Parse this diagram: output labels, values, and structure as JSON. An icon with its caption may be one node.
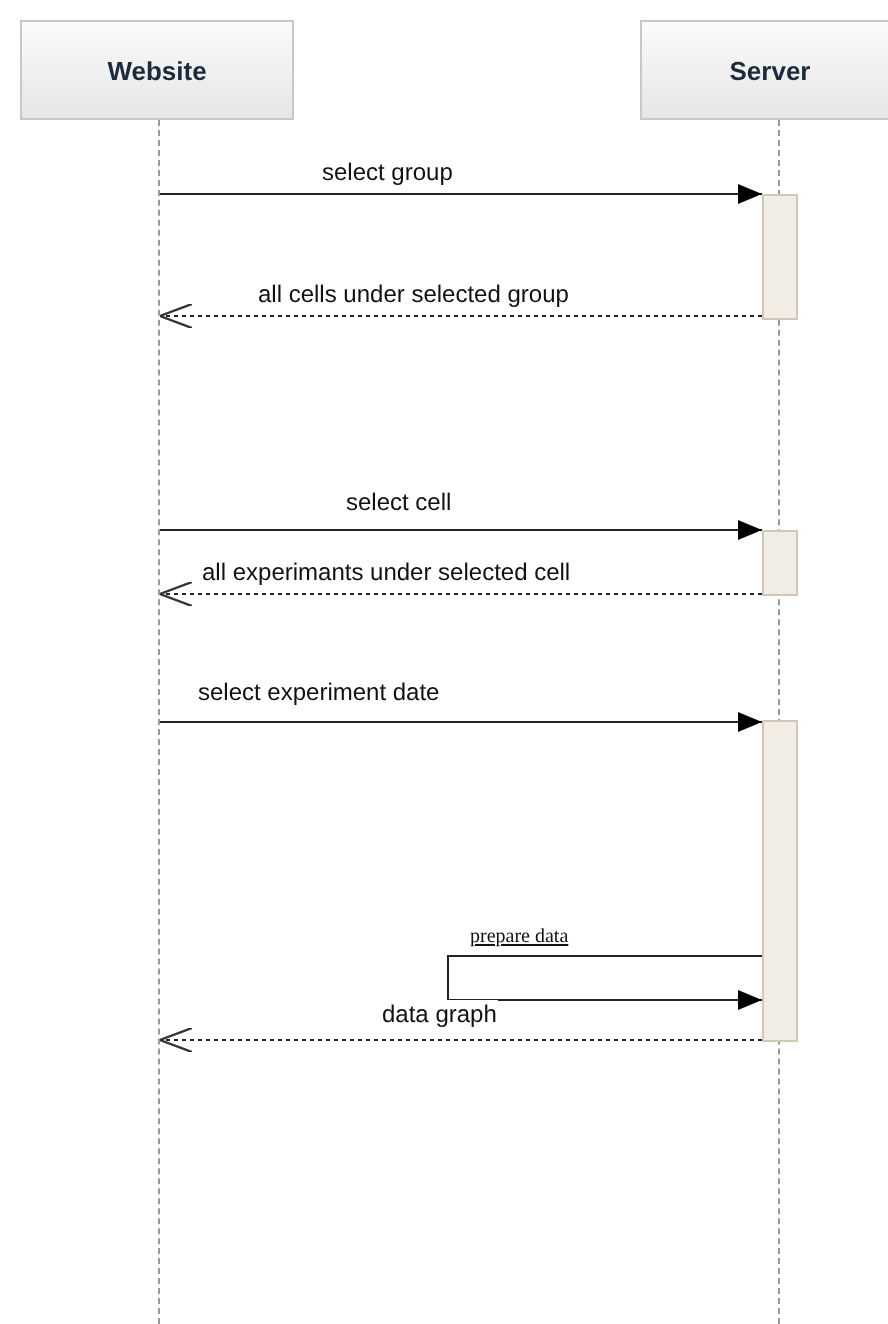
{
  "diagram": {
    "nodes": [
      {
        "text": [
          "Website"
        ]
      },
      {
        "text": [
          "Server"
        ]
      },
      {
        "text": [],
        "shape": "line"
      },
      {
        "text": [],
        "shape": "line"
      },
      {
        "text": [],
        "shape": "bar"
      },
      {
        "text": [],
        "shape": "bar"
      },
      {
        "text": [],
        "shape": "bar"
      }
    ],
    "edges": [
      {
        "from": 2,
        "to": 4,
        "arrow": "to",
        "label": "select group"
      },
      {
        "from": 4,
        "to": 2,
        "arrow": "to",
        "label": "all cells under selected group",
        "style": "dashed"
      },
      {
        "from": 2,
        "to": 5,
        "arrow": "to",
        "label": "select cell"
      },
      {
        "from": 5,
        "to": 2,
        "arrow": "to",
        "label": "all experimants under selected cell",
        "style": "dashed"
      },
      {
        "from": 2,
        "to": 6,
        "arrow": "to",
        "label": "select experiment date"
      },
      {
        "from": 6,
        "to": 6,
        "arrow": "to",
        "label": "prepare  data"
      },
      {
        "from": 6,
        "to": 2,
        "arrow": "to",
        "label": "data graph",
        "style": "dashed"
      }
    ]
  }
}
